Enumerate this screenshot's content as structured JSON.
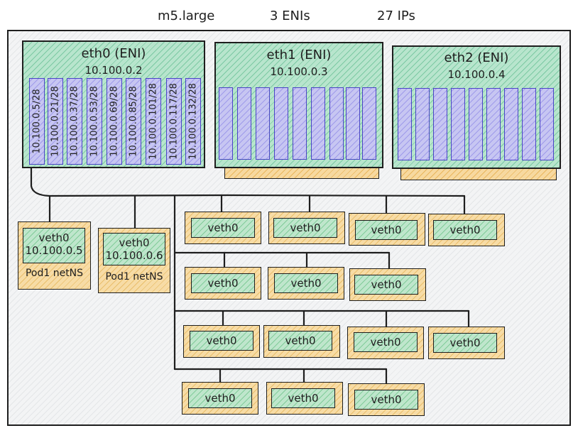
{
  "header": {
    "instance_type": "m5.large",
    "eni_count": "3 ENIs",
    "ip_count": "27 IPs"
  },
  "enis": [
    {
      "name": "eth0 (ENI)",
      "ip": "10.100.0.2",
      "slots": [
        "10.100.0.5/28",
        "10.100.0.21/28",
        "10.100.0.37/28",
        "10.100.0.53/28",
        "10.100.0.69/28",
        "10.100.0.85/28",
        "10.100.0.101/28",
        "10.100.0.117/28",
        "10.100.0.132/28"
      ]
    },
    {
      "name": "eth1 (ENI)",
      "ip": "10.100.0.3",
      "slots": [
        "",
        "",
        "",
        "",
        "",
        "",
        "",
        "",
        ""
      ]
    },
    {
      "name": "eth2 (ENI)",
      "ip": "10.100.0.4",
      "slots": [
        "",
        "",
        "",
        "",
        "",
        "",
        "",
        "",
        ""
      ]
    }
  ],
  "pods": [
    {
      "veth": "veth0",
      "ip": "10.100.0.5",
      "ns": "Pod1 netNS"
    },
    {
      "veth": "veth0",
      "ip": "10.100.0.6",
      "ns": "Pod1 netNS"
    }
  ],
  "veth_rows": [
    [
      "veth0",
      "veth0",
      "veth0",
      "veth0"
    ],
    [
      "veth0",
      "veth0",
      "veth0"
    ],
    [
      "veth0",
      "veth0",
      "veth0",
      "veth0"
    ],
    [
      "veth0",
      "veth0",
      "veth0"
    ]
  ]
}
